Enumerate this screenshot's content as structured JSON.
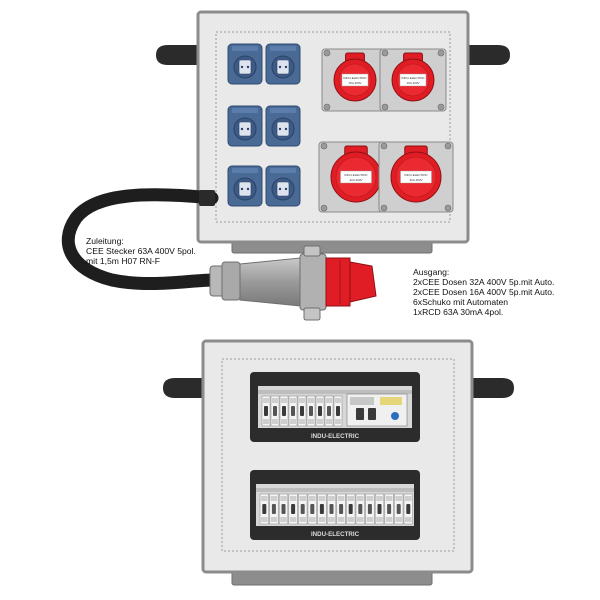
{
  "feed_label": {
    "heading": "Zuleitung:",
    "line1": "CEE Stecker 63A 400V 5pol.",
    "line2": "mit 1,5m H07 RN-F"
  },
  "output_label": {
    "heading": "Ausgang:",
    "line1": "2xCEE Dosen 32A 400V 5p.mit Auto.",
    "line2": "2xCEE Dosen 16A 400V 5p.mit Auto.",
    "line3": "6xSchuko mit Automaten",
    "line4": "1xRCD 63A 30mA 4pol."
  },
  "panel_brand": "INDU-ELECTRIC",
  "socket_text": {
    "small_l1": "INDU-ELECTRIC",
    "small_l2": "16A 400V",
    "large_l1": "INDU-ELECTRIC",
    "large_l2": "32A 400V"
  },
  "colors": {
    "housing_fill": "#e9e9e9",
    "housing_stroke": "#8c8c8c",
    "base": "#8d8d8d",
    "handle": "#2b2b2b",
    "schuko_blue": "#4a6a96",
    "cee_red": "#e01d24",
    "cable": "#1e1e1e",
    "breaker_panel": "#2c2c2c"
  },
  "icons": {
    "schuko": "schuko-socket-icon",
    "cee": "cee-socket-icon",
    "plug": "cee-plug-icon",
    "breaker": "circuit-breaker-icon"
  }
}
